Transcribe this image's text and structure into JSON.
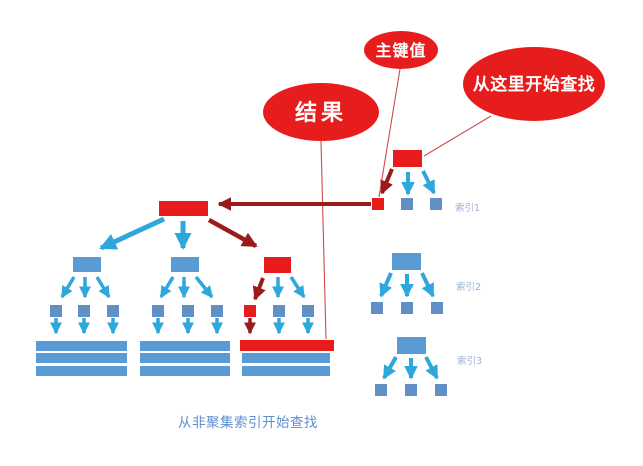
{
  "diagram": {
    "callouts": {
      "result": "结果",
      "primary_key": "主键值",
      "start_here": "从这里开始查找"
    },
    "index_labels": {
      "index1": "索引1",
      "index2": "索引2",
      "index3": "索引3"
    },
    "caption": "从非聚集索引开始查找"
  },
  "colors": {
    "red": "#e71d1d",
    "darkred": "#9b1a1a",
    "arrowblue": "#2ea7dd",
    "nodeblue": "#5b9bd5",
    "squareblue": "#6190c4",
    "labelblue": "#9db1d4",
    "captionblue": "#5c8fcb",
    "thinred": "#cc4b4b"
  }
}
